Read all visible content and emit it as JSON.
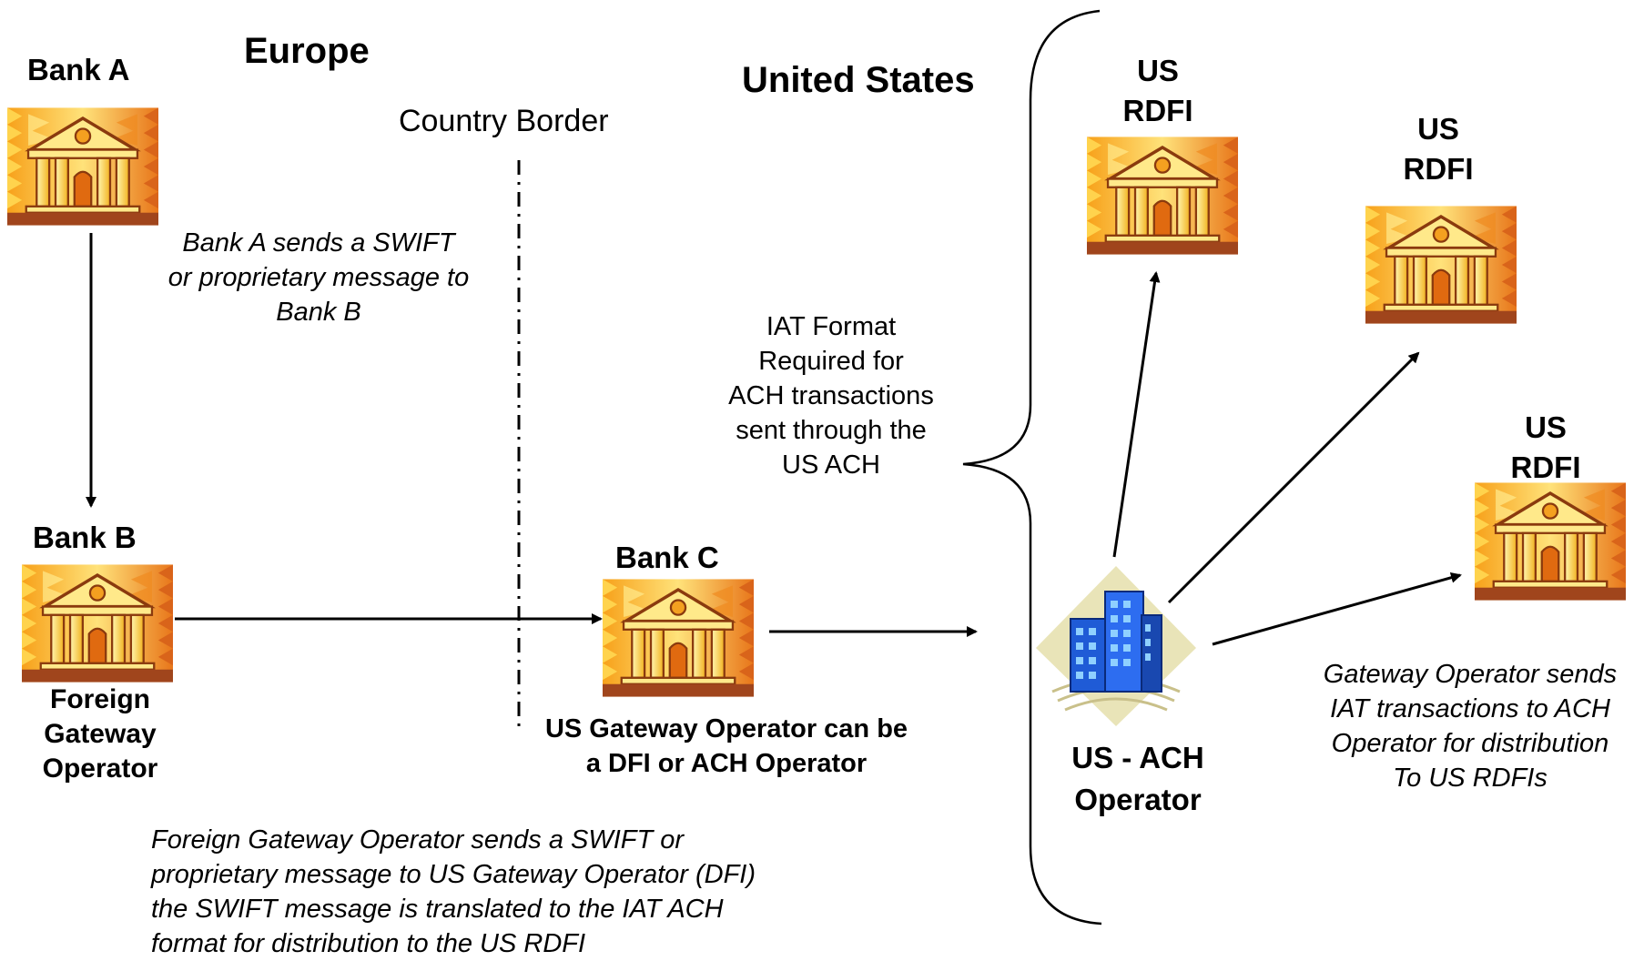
{
  "regions": {
    "europe": "Europe",
    "united_states": "United States"
  },
  "border_label": "Country Border",
  "banks": {
    "bank_a": "Bank A",
    "bank_b": "Bank B",
    "bank_c": "Bank C",
    "rdfi_1": [
      "US",
      "RDFI"
    ],
    "rdfi_2": [
      "US",
      "RDFI"
    ],
    "rdfi_3": [
      "US",
      "RDFI"
    ]
  },
  "foreign_gateway": [
    "Foreign",
    "Gateway",
    "Operator"
  ],
  "us_gateway_note": [
    "US Gateway Operator can be",
    "a DFI or ACH  Operator"
  ],
  "ach_operator": [
    "US - ACH",
    "Operator"
  ],
  "notes": {
    "bank_a_sends": [
      "Bank A sends a SWIFT",
      "or proprietary message to",
      "Bank B"
    ],
    "iat_format": [
      "IAT Format",
      "Required for",
      "ACH transactions",
      "sent through the",
      "US ACH"
    ],
    "foreign_gateway_sends": [
      "Foreign Gateway Operator sends a SWIFT  or",
      "proprietary message to US Gateway Operator (DFI)",
      "the SWIFT message  is translated to the IAT ACH",
      "format  for distribution to the US RDFI"
    ],
    "gateway_operator_sends": [
      "Gateway Operator sends",
      "IAT transactions to ACH",
      "Operator for distribution",
      "To US RDFIs"
    ]
  },
  "icons": [
    "bank-building-icon",
    "office-buildings-icon"
  ],
  "colors": {
    "bank_orange": "#F5A623",
    "bank_yellow": "#FFE066",
    "bank_base": "#A0451C",
    "building_blue": "#1F5BD6",
    "diamond": "#E9E4B8"
  }
}
